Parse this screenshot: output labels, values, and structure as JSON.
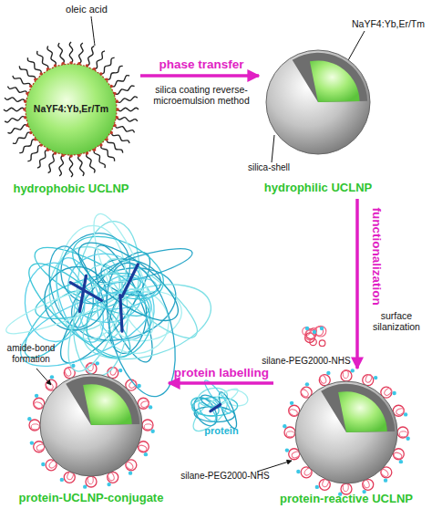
{
  "diagram": {
    "nodes": [
      {
        "text": [
          "NaYF4:Yb,Er/Tm",
          "hydrophobic UCLNP"
        ]
      },
      {
        "text": [
          "hydrophilic UCLNP"
        ]
      },
      {
        "text": [
          "protein-UCLNP-conjugate"
        ]
      },
      {
        "text": [
          "protein-reactive UCLNP"
        ]
      }
    ],
    "edges": [
      {
        "from": 0,
        "to": 1,
        "label": "phase transfer",
        "arrow": "to"
      },
      {
        "from": 1,
        "to": 3,
        "label": "functionalization",
        "arrow": "to"
      },
      {
        "from": 3,
        "to": 2,
        "label": "protein labelling",
        "arrow": "to"
      }
    ],
    "labels": [
      "oleic acid",
      "silica coating reverse-microemulsion method",
      "NaYF4:Yb,Er/Tm",
      "silica-shell",
      "surface silanization",
      "silane-PEG2000-NHS",
      "amide-bond formation",
      "protein",
      "silane-PEG2000-NHS"
    ]
  }
}
